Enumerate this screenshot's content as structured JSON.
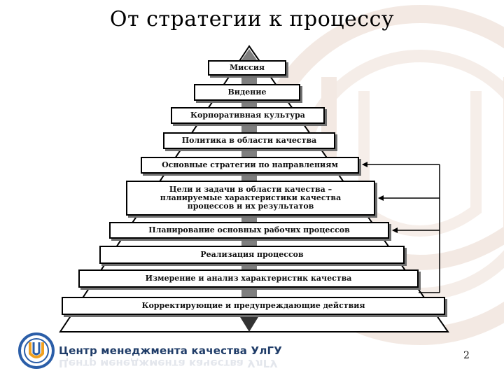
{
  "slide": {
    "title": "От стратегии к процессу",
    "page_number": "2"
  },
  "pyramid": {
    "levels": [
      {
        "lines": [
          "Миссия"
        ]
      },
      {
        "lines": [
          "Видение"
        ]
      },
      {
        "lines": [
          "Корпоративная культура"
        ]
      },
      {
        "lines": [
          "Политика в области качества"
        ]
      },
      {
        "lines": [
          "Основные стратегии по направлениям"
        ]
      },
      {
        "lines": [
          "Цели и задачи в области качества –",
          "планируемые характеристики качества",
          "процессов и их результатов"
        ]
      },
      {
        "lines": [
          "Планирование основных рабочих процессов"
        ]
      },
      {
        "lines": [
          "Реализация процессов"
        ]
      },
      {
        "lines": [
          "Измерение и анализ характеристик качества"
        ]
      },
      {
        "lines": [
          "Корректирующие и предупреждающие действия"
        ]
      }
    ]
  },
  "footer": {
    "org_name": "Центр менеджмента качества УлГУ"
  },
  "colors": {
    "title": "#000000",
    "pyramid_fill": "#7f7f7f",
    "footer_text": "#1f3c68",
    "watermark": "#f1e6e0"
  }
}
